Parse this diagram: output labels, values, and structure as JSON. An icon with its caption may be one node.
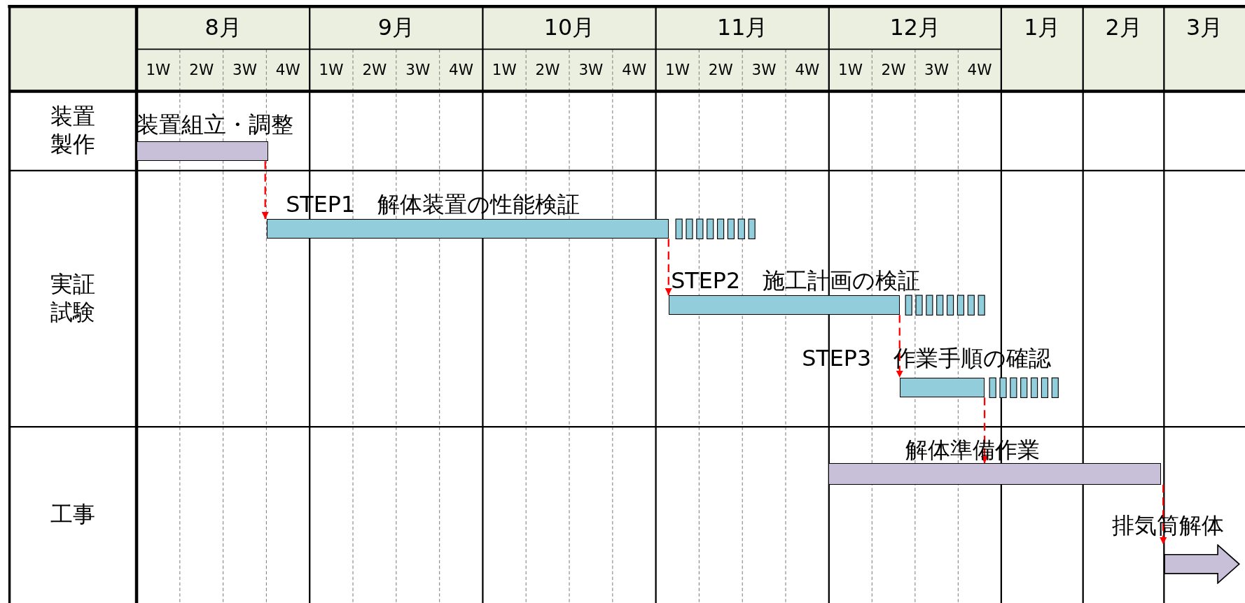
{
  "diagram": {
    "nodes": [
      {
        "text": [
          "装置組立・調整"
        ]
      },
      {
        "text": [
          "STEP1　解体装置の性能検証"
        ]
      },
      {
        "text": [
          "STEP2　施工計画の検証"
        ]
      },
      {
        "text": [
          "STEP3　作業手順の確認"
        ]
      },
      {
        "text": [
          "解体準備作業"
        ]
      },
      {
        "text": [
          "排気筒解体"
        ]
      }
    ],
    "edges": [
      {
        "from": 0,
        "to": 1,
        "arrow": "to",
        "style": "dashed",
        "color": "#ff0000"
      },
      {
        "from": 1,
        "to": 2,
        "arrow": "to",
        "style": "dashed",
        "color": "#ff0000"
      },
      {
        "from": 2,
        "to": 3,
        "arrow": "to",
        "style": "dashed",
        "color": "#ff0000"
      },
      {
        "from": 3,
        "to": 4,
        "arrow": "to",
        "style": "dashed",
        "color": "#ff0000"
      },
      {
        "from": 4,
        "to": 5,
        "arrow": "to",
        "style": "dashed",
        "color": "#ff0000"
      }
    ],
    "labels": [
      "8月",
      "9月",
      "10月",
      "11月",
      "12月",
      "1月",
      "2月",
      "3月",
      "1W",
      "2W",
      "3W",
      "4W",
      "1W",
      "2W",
      "3W",
      "4W",
      "1W",
      "2W",
      "3W",
      "4W",
      "1W",
      "2W",
      "3W",
      "4W",
      "1W",
      "2W",
      "3W",
      "4W",
      "装置製作",
      "実証試験",
      "工事"
    ]
  }
}
